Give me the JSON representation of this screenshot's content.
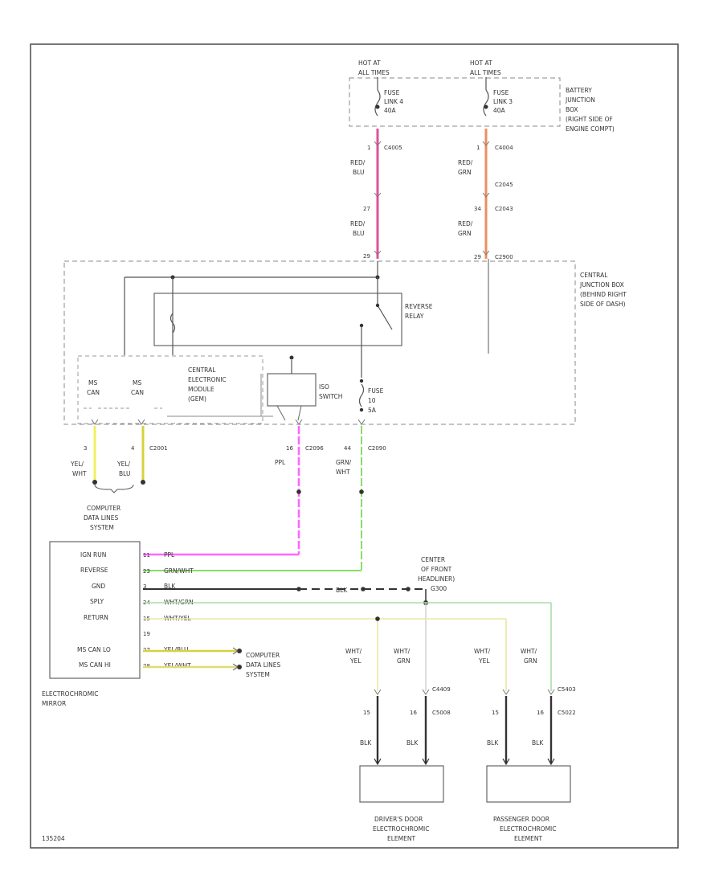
{
  "colors": {
    "red_blu": "#e0509a",
    "red_grn": "#e89060",
    "ppl": "#ff66ff",
    "grn_wht": "#88dd66",
    "yel": "#f0f060",
    "yel_blu": "#d8d040",
    "yel_wht": "#dede70",
    "wht_grn": "#aaddaa",
    "wht_yel": "#e8e8a0",
    "blk": "#333333"
  },
  "top": {
    "hot_left": [
      "HOT AT",
      "ALL TIMES"
    ],
    "hot_right": [
      "HOT AT",
      "ALL TIMES"
    ],
    "fuse_left": [
      "FUSE",
      "LINK 4",
      "40A"
    ],
    "fuse_right": [
      "FUSE",
      "LINK 3",
      "40A"
    ],
    "bjb": [
      "BATTERY",
      "JUNCTION",
      "BOX",
      "(RIGHT SIDE OF",
      "ENGINE COMPT)"
    ],
    "pin_l1": "1",
    "conn_l1": "C4005",
    "wire_l1": [
      "RED/",
      "BLU"
    ],
    "pin_l2": "27",
    "wire_l2": [
      "RED/",
      "BLU"
    ],
    "pin_l3": "29",
    "pin_r1": "1",
    "conn_r1": "C4004",
    "wire_r1": [
      "RED/",
      "GRN"
    ],
    "conn_r2": "C2045",
    "pin_r2": "34",
    "conn_r2b": "C2043",
    "wire_r2": [
      "RED/",
      "GRN"
    ],
    "pin_r3": "29",
    "conn_r3": "C2900"
  },
  "cjb": {
    "label": [
      "CENTRAL",
      "JUNCTION BOX",
      "(BEHIND RIGHT",
      "SIDE OF DASH)"
    ],
    "relay": [
      "REVERSE",
      "RELAY"
    ],
    "gem": [
      "CENTRAL",
      "ELECTRONIC",
      "MODULE",
      "(GEM)"
    ],
    "ms_left": [
      "MS",
      "CAN"
    ],
    "ms_right": [
      "MS",
      "CAN"
    ],
    "ssw": [
      "ISO",
      "SWITCH"
    ],
    "fuse": [
      "FUSE",
      "10",
      "5A"
    ]
  },
  "mid": {
    "pin_y1": "3",
    "pin_y2": "4",
    "conn_y": "C2001",
    "wire_y1": [
      "YEL/",
      "WHT"
    ],
    "wire_y2": [
      "YEL/",
      "BLU"
    ],
    "cdl": [
      "COMPUTER",
      "DATA LINES",
      "SYSTEM"
    ],
    "pin_p": "16",
    "conn_p": "C2096",
    "wire_p": "PPL",
    "pin_g": "44",
    "conn_g": "C2090",
    "wire_g": [
      "GRN/",
      "WHT"
    ]
  },
  "mirror": {
    "rows": [
      "IGN RUN",
      "REVERSE",
      "GND",
      "SPLY",
      "RETURN",
      "",
      "MS CAN LO",
      "MS CAN HI"
    ],
    "pins": [
      "11",
      "23",
      "3",
      "24",
      "15",
      "19",
      "27",
      "28"
    ],
    "wires": [
      "PPL",
      "GRN/WHT",
      "BLK",
      "WHT/GRN",
      "WHT/YEL",
      "",
      "YEL/BLU",
      "YEL/WHT"
    ],
    "label": [
      "ELECTROCHROMIC",
      "MIRROR"
    ],
    "cdl": [
      "COMPUTER",
      "DATA LINES",
      "SYSTEM"
    ],
    "blk_mid": "BLK",
    "gnd_label": [
      "CENTER",
      "OF FRONT",
      "HEADLINER)",
      "G300"
    ]
  },
  "doors": {
    "wire_dy": [
      "WHT/",
      "YEL"
    ],
    "wire_dg": [
      "WHT/",
      "GRN"
    ],
    "wire_py": [
      "WHT/",
      "YEL"
    ],
    "wire_pg": [
      "WHT/",
      "GRN"
    ],
    "conn_d": "C4409",
    "conn_p": "C5403",
    "pin_d1": "15",
    "pin_d2": "16",
    "conn_d2": "C5008",
    "pin_p1": "15",
    "pin_p2": "16",
    "conn_p2": "C5022",
    "blk": "BLK",
    "driver": [
      "DRIVER'S DOOR",
      "ELECTROCHROMIC",
      "ELEMENT"
    ],
    "passenger": [
      "PASSENGER DOOR",
      "ELECTROCHROMIC",
      "ELEMENT"
    ]
  },
  "footer": {
    "code": "135204"
  }
}
